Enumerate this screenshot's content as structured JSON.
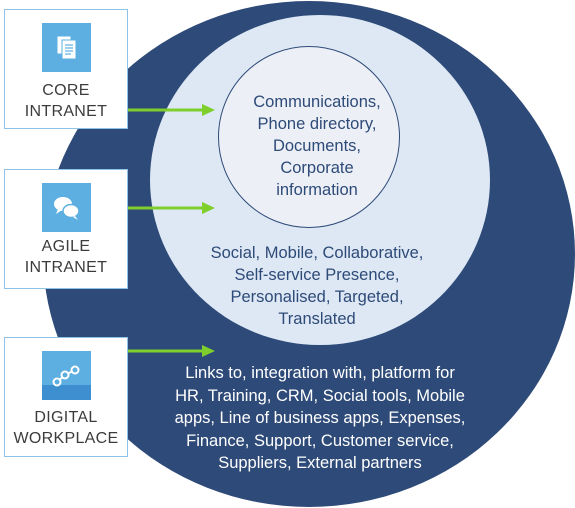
{
  "boxes": {
    "core": {
      "lines": [
        "CORE",
        "INTRANET"
      ],
      "icon": "documents-icon"
    },
    "agile": {
      "lines": [
        "AGILE",
        "INTRANET"
      ],
      "icon": "chat-bubbles-icon"
    },
    "digital": {
      "lines": [
        "DIGITAL",
        "WORKPLACE"
      ],
      "icon": "network-nodes-icon"
    }
  },
  "circles": {
    "inner": {
      "lines": [
        "Communications,",
        "Phone directory,",
        "Documents,",
        "Corporate",
        "information"
      ]
    },
    "middle": {
      "lines": [
        "Social, Mobile, Collaborative,",
        "Self-service Presence,",
        "Personalised, Targeted,",
        "Translated"
      ]
    },
    "outer": {
      "lines": [
        "Links to, integration with, platform for",
        "HR, Training, CRM, Social tools, Mobile",
        "apps, Line of business apps, Expenses,",
        "Finance, Support, Customer service,",
        "Suppliers, External partners"
      ]
    }
  },
  "colors": {
    "outer_circle": "#2e4a78",
    "middle_circle": "#dde8f4",
    "inner_circle": "#ecf0f6",
    "arrow": "#7fcf2c",
    "icon_bg": "#5cafe0",
    "box_border": "#8dc3e6"
  }
}
